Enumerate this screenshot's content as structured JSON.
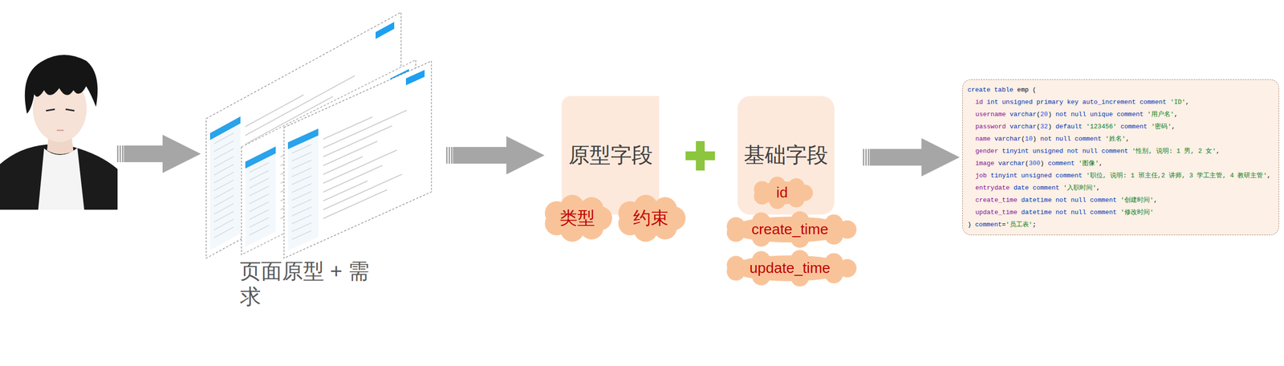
{
  "diagram": {
    "nodes": [
      {
        "text": [
          "页面原型 + 需求"
        ]
      },
      {
        "text": [
          "原型字段"
        ]
      },
      {
        "text": [
          "类型"
        ],
        "in": 1
      },
      {
        "text": [
          "约束"
        ],
        "in": 1
      },
      {
        "text": [
          "基础字段"
        ]
      },
      {
        "text": [
          "id"
        ],
        "in": 4
      },
      {
        "text": [
          "create_time"
        ],
        "in": 4
      },
      {
        "text": [
          "update_time"
        ],
        "in": 4
      },
      {
        "text": [
          "create table emp (",
          "id int unsigned primary key auto_increment comment 'ID',",
          "username varchar(20) not null unique comment '用户名',",
          "password varchar(32) default '123456' comment '密码',",
          "name varchar(10) not null comment '姓名',",
          "gender tinyint unsigned not null comment '性别, 说明: 1 男, 2 女',",
          "image varchar(300) comment '图像',",
          "job tinyint unsigned comment '职位, 说明: 1 班主任,2 讲师, 3 学工主管, 4 教研主管',",
          "entrydate date comment '入职时间',",
          "create_time datetime not null comment '创建时间',",
          "update_time datetime not null comment '修改时间'",
          ") comment='员工表';"
        ]
      }
    ],
    "edges": [
      {
        "from": 0,
        "to": 1,
        "arrow": "to"
      },
      {
        "from": 4,
        "to": 8,
        "arrow": "to"
      }
    ]
  }
}
